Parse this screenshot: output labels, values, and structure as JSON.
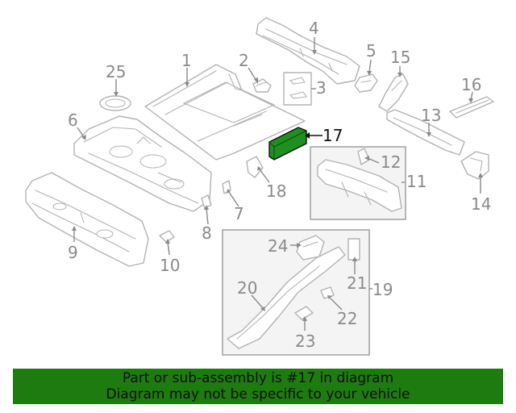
{
  "diagram": {
    "highlighted_part": "17",
    "callouts": {
      "c1": "1",
      "c2": "2",
      "c3": "3",
      "c4": "4",
      "c5": "5",
      "c6": "6",
      "c7": "7",
      "c8": "8",
      "c9": "9",
      "c10": "10",
      "c11": "11",
      "c12": "12",
      "c13": "13",
      "c14": "14",
      "c15": "15",
      "c16": "16",
      "c17": "17",
      "c18": "18",
      "c19": "19",
      "c20": "20",
      "c21": "21",
      "c22": "22",
      "c23": "23",
      "c24": "24",
      "c25": "25"
    },
    "colors": {
      "highlight_fill": "#1f8f1f",
      "banner_background": "#1e7b10",
      "line_art": "#b2b2b2",
      "callout_text": "#8a8a8a"
    }
  },
  "banner": {
    "line1": "Part or sub-assembly is #17 in diagram",
    "line2": "Diagram may not be specific to your vehicle"
  }
}
